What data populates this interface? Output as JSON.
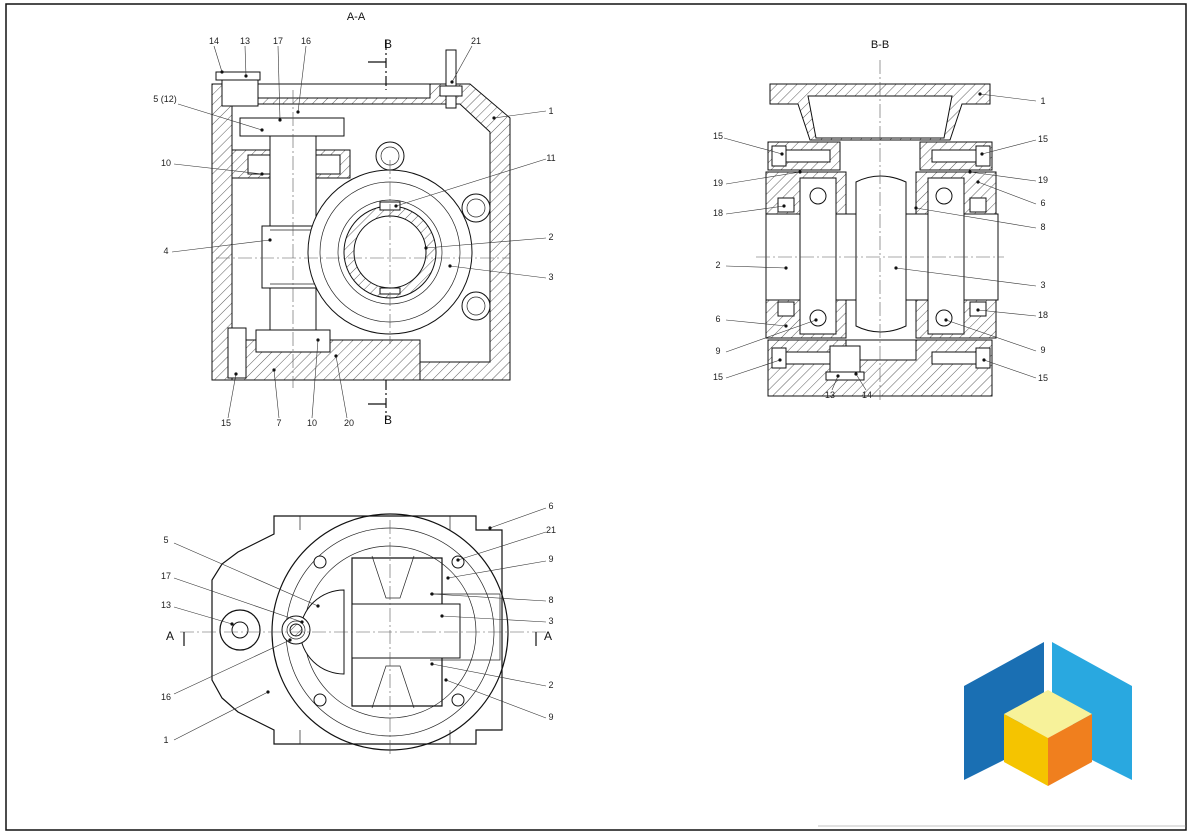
{
  "section_titles": {
    "aa": "A-A",
    "bb": "B-B"
  },
  "cut_marks": {
    "b_top": "B",
    "b_bottom": "B",
    "a_left": "A",
    "a_right": "A"
  },
  "view_aa": {
    "labels_top": [
      "14",
      "13",
      "17",
      "16",
      "21"
    ],
    "labels_left": [
      "5 (12)",
      "10",
      "4"
    ],
    "labels_right": [
      "1",
      "11",
      "2",
      "3"
    ],
    "labels_bottom": [
      "15",
      "7",
      "10",
      "20"
    ]
  },
  "view_bb": {
    "labels_left": [
      "15",
      "19",
      "18",
      "2",
      "6",
      "9",
      "15"
    ],
    "labels_right": [
      "1",
      "15",
      "19",
      "6",
      "8",
      "3",
      "18",
      "9",
      "15"
    ],
    "labels_bottom": [
      "13",
      "14"
    ]
  },
  "view_top": {
    "labels_left": [
      "5",
      "17",
      "13",
      "16",
      "1"
    ],
    "labels_right": [
      "6",
      "21",
      "9",
      "8",
      "3",
      "2",
      "9"
    ]
  },
  "logo": {
    "name": "cube-logo",
    "colors": [
      "#1a6fb3",
      "#29a8e0",
      "#f7f29a",
      "#f5c400",
      "#f07f1e"
    ]
  }
}
